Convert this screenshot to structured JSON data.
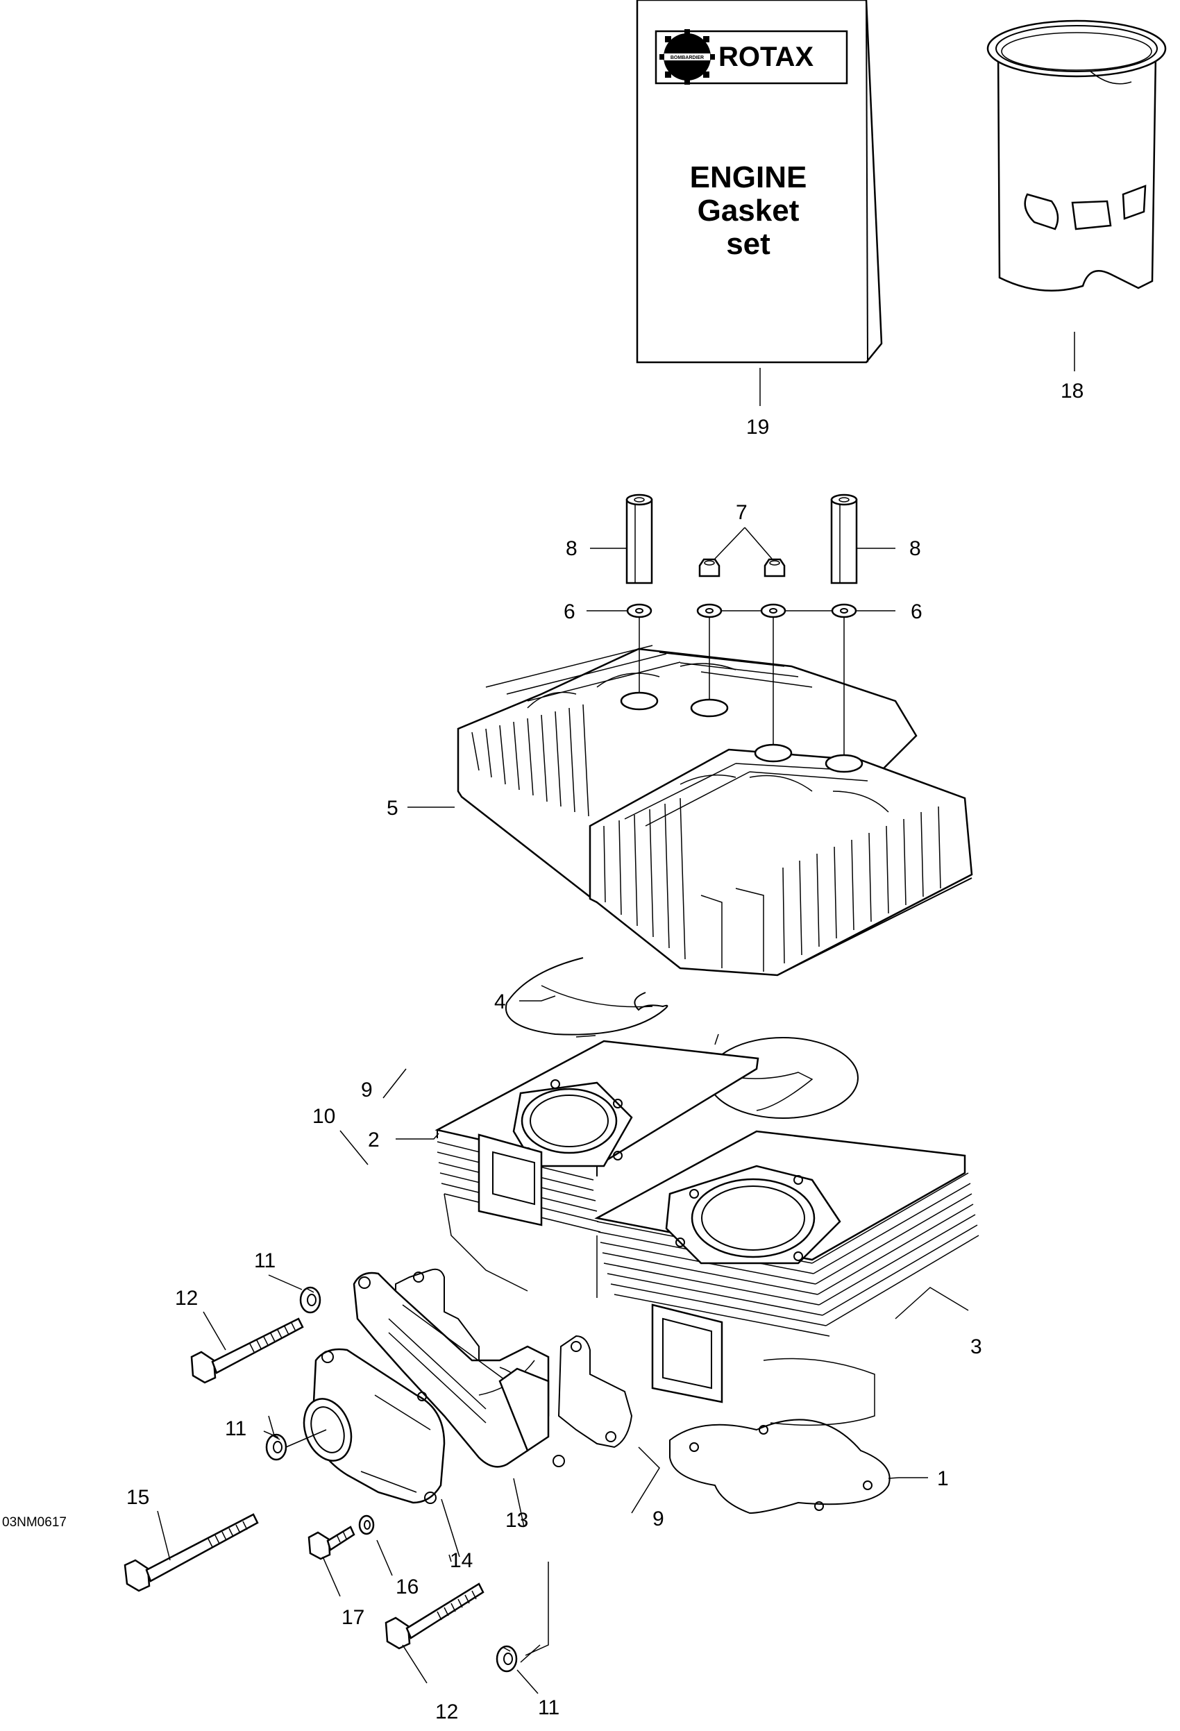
{
  "gasket_kit": {
    "logo_text": "BOMBARDIER",
    "brand": "ROTAX",
    "line1": "ENGINE",
    "line2": "Gasket",
    "line3": "set"
  },
  "callouts": {
    "c1": "1",
    "c2": "2",
    "c3": "3",
    "c4": "4",
    "c5": "5",
    "c6a": "6",
    "c6b": "6",
    "c7": "7",
    "c8a": "8",
    "c8b": "8",
    "c9a": "9",
    "c9b": "9",
    "c10": "10",
    "c11a": "11",
    "c11b": "11",
    "c11c": "11",
    "c12a": "12",
    "c12b": "12",
    "c13": "13",
    "c14": "14",
    "c15": "15",
    "c16": "16",
    "c17": "17",
    "c18": "18",
    "c19": "19"
  },
  "figure_ref": "03NM0617"
}
